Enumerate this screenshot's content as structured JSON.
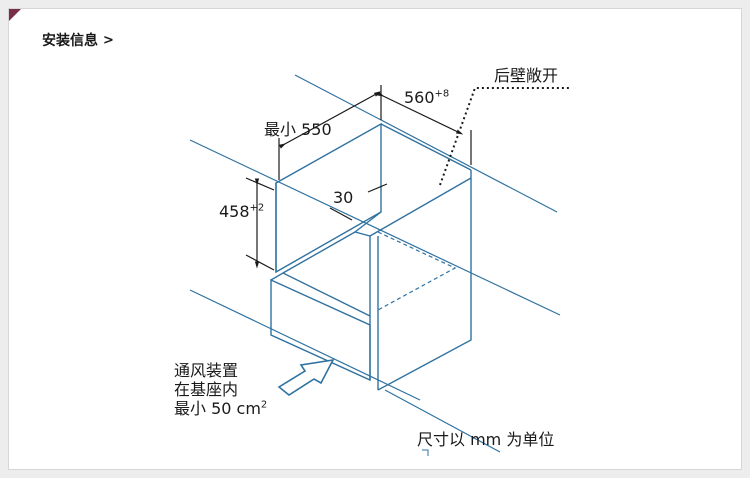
{
  "header": {
    "title": "安装信息",
    "chevron": ">"
  },
  "labels": {
    "rear_open": "后壁敞开",
    "depth": "560",
    "depth_tol": "+8",
    "min_width": "最小 550",
    "height": "458",
    "height_tol": "+2",
    "gap": "30",
    "vent_line1": "通风装置",
    "vent_line2": "在基座内",
    "vent_line3_prefix": "最小 50 cm",
    "vent_line3_sup": "2",
    "units": "尺寸以 mm 为单位"
  },
  "colors": {
    "line": "#2f72a0",
    "arrow": "#2f72a0",
    "text": "#1a1a1a",
    "corner": "#7a2f47"
  }
}
